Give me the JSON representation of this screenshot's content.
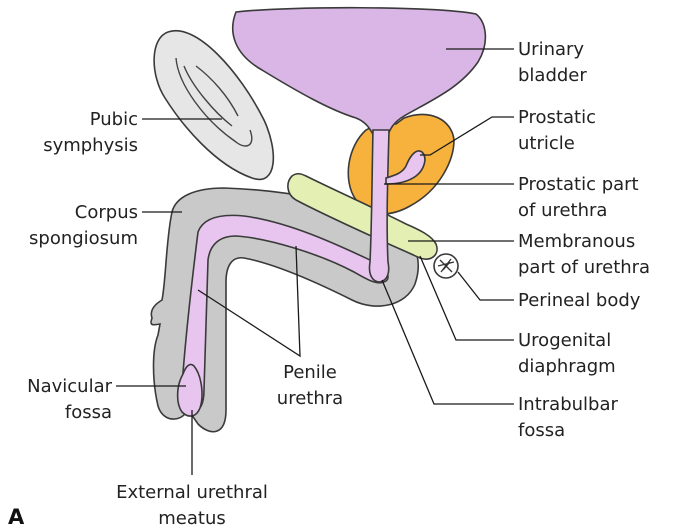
{
  "figure": {
    "panel_letter": "A",
    "labels": {
      "urinary_bladder": [
        "Urinary",
        "bladder"
      ],
      "prostatic_utricle": [
        "Prostatic",
        "utricle"
      ],
      "prostatic_part": [
        "Prostatic part",
        "of urethra"
      ],
      "membranous_part": [
        "Membranous",
        "part of urethra"
      ],
      "perineal_body": [
        "Perineal body"
      ],
      "urogenital_diaphragm": [
        "Urogenital",
        "diaphragm"
      ],
      "intrabulbar_fossa": [
        "Intrabulbar",
        "fossa"
      ],
      "pubic_symphysis": [
        "Pubic",
        "symphysis"
      ],
      "corpus_spongiosum": [
        "Corpus",
        "spongiosum"
      ],
      "navicular_fossa": [
        "Navicular",
        "fossa"
      ],
      "penile_urethra": [
        "Penile",
        "urethra"
      ],
      "external_urethral_meatus": [
        "External urethral",
        "meatus"
      ]
    },
    "colors": {
      "bladder": "#d9b6e6",
      "prostate": "#f6b23c",
      "urogenital_diaphragm": "#e3efb3",
      "corpus_spongiosum": "#c9c9c9",
      "pubic_symphysis": "#e6e6e6",
      "urethra": "#e7c5ee"
    }
  }
}
